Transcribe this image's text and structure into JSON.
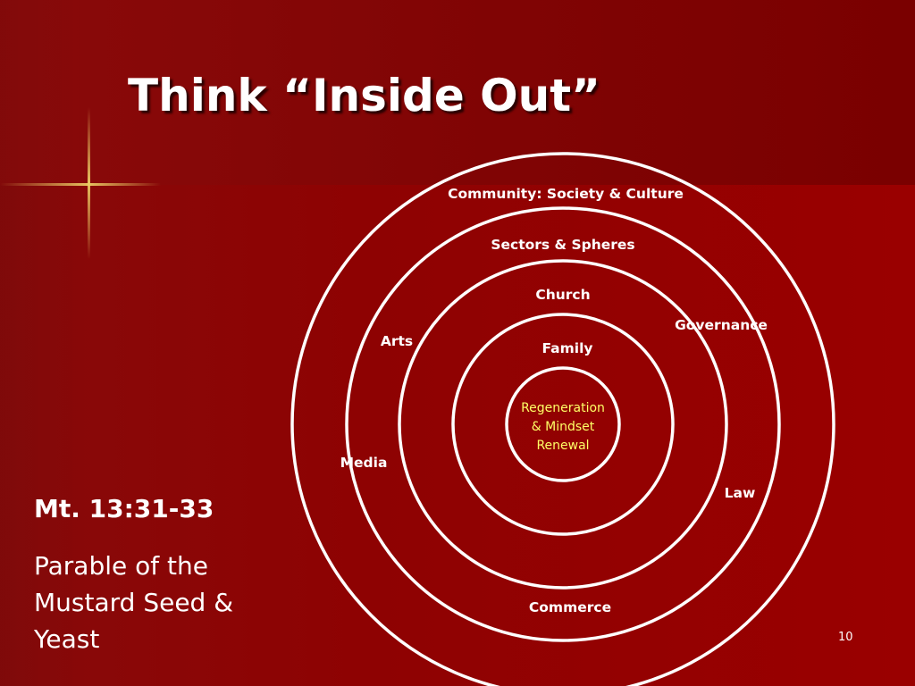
{
  "slide": {
    "title": "Think “Inside Out”",
    "reference": "Mt. 13:31-33",
    "description": "Parable of the Mustard Seed & Yeast",
    "page_number": "10"
  },
  "diagram": {
    "center_lines": [
      "Regeneration",
      "& Mindset",
      "Renewal"
    ],
    "ring_labels": {
      "community": "Community: Society & Culture",
      "sectors": "Sectors & Spheres",
      "church": "Church",
      "family": "Family"
    },
    "sphere_labels": {
      "arts": "Arts",
      "governance": "Governance",
      "media": "Media",
      "law": "Law",
      "commerce": "Commerce"
    }
  }
}
